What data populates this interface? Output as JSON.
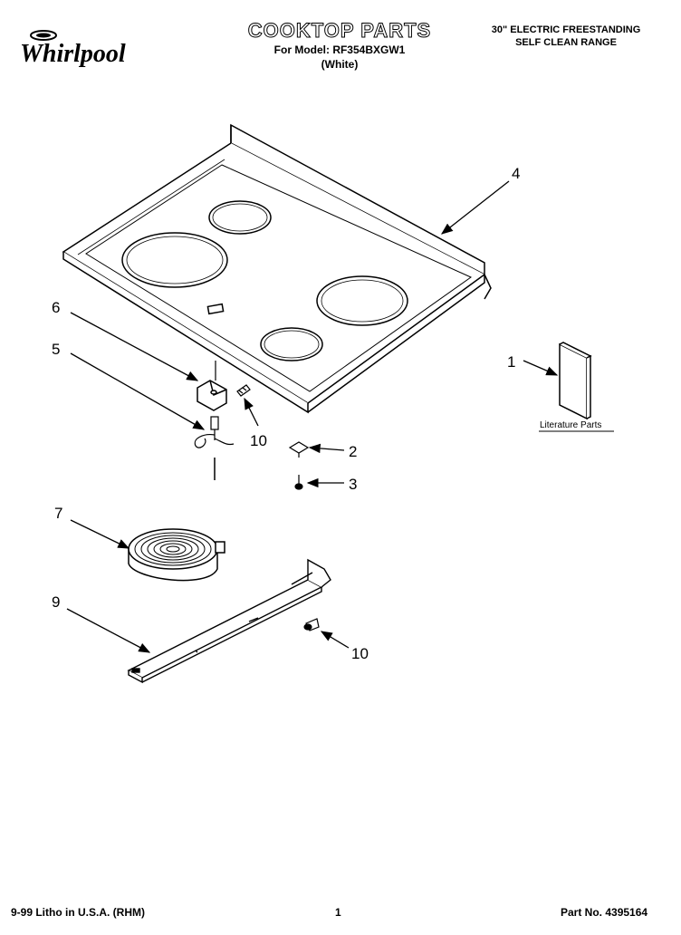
{
  "header": {
    "brand": "Whirlpool",
    "title": "COOKTOP PARTS",
    "model_line": "For Model: RF354BXGW1",
    "color_line": "(White)",
    "description_line1": "30\" ELECTRIC FREESTANDING",
    "description_line2": "SELF CLEAN RANGE"
  },
  "callouts": {
    "c1": "1",
    "c2": "2",
    "c3": "3",
    "c4": "4",
    "c5": "5",
    "c6": "6",
    "c7": "7",
    "c9": "9",
    "c10a": "10",
    "c10b": "10"
  },
  "literature_label": "Literature Parts",
  "footer": {
    "print_info": "9-99 Litho in U.S.A. (RHM)",
    "page_number": "1",
    "part_number": "Part No. 4395164"
  }
}
